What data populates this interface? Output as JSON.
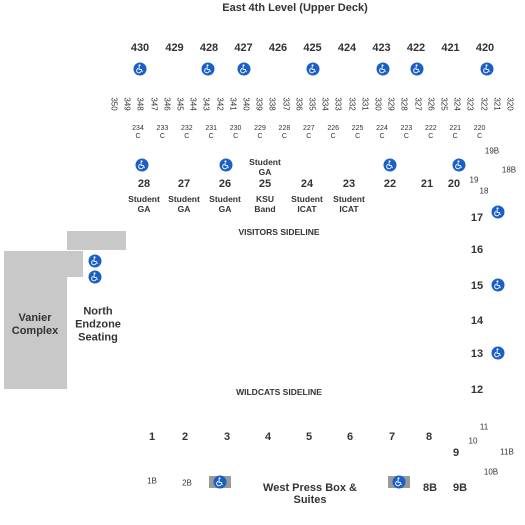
{
  "title": "East 4th Level (Upper Deck)",
  "level4_sections": [
    "430",
    "429",
    "428",
    "427",
    "426",
    "425",
    "424",
    "423",
    "422",
    "421",
    "420"
  ],
  "suite_sections": [
    "350",
    "349",
    "348",
    "347",
    "346",
    "345",
    "344",
    "343",
    "342",
    "341",
    "340",
    "339",
    "338",
    "337",
    "336",
    "335",
    "334",
    "333",
    "332",
    "331",
    "330",
    "329",
    "328",
    "327",
    "326",
    "325",
    "324",
    "323",
    "322",
    "321",
    "320"
  ],
  "club_sections": [
    {
      "num": "234",
      "sub": "C"
    },
    {
      "num": "233",
      "sub": "C"
    },
    {
      "num": "232",
      "sub": "C"
    },
    {
      "num": "231",
      "sub": "C"
    },
    {
      "num": "230",
      "sub": "C"
    },
    {
      "num": "229",
      "sub": "C"
    },
    {
      "num": "228",
      "sub": "C"
    },
    {
      "num": "227",
      "sub": "C"
    },
    {
      "num": "226",
      "sub": "C"
    },
    {
      "num": "225",
      "sub": "C"
    },
    {
      "num": "224",
      "sub": "C"
    },
    {
      "num": "223",
      "sub": "C"
    },
    {
      "num": "222",
      "sub": "C"
    },
    {
      "num": "221",
      "sub": "C"
    },
    {
      "num": "220",
      "sub": "C"
    }
  ],
  "east_lower": [
    {
      "num": "28",
      "sub": "Student\nGA"
    },
    {
      "num": "27",
      "sub": "Student\nGA"
    },
    {
      "num": "26",
      "sub": "Student\nGA"
    },
    {
      "num": "25",
      "sub": "KSU\nBand",
      "top": "Student\nGA"
    },
    {
      "num": "24",
      "sub": "Student\nICAT"
    },
    {
      "num": "23",
      "sub": "Student\nICAT"
    },
    {
      "num": "22",
      "sub": ""
    },
    {
      "num": "21",
      "sub": ""
    },
    {
      "num": "20",
      "sub": ""
    }
  ],
  "corner_sections": {
    "s19": "19",
    "s19b": "19B",
    "s18": "18",
    "s18b": "18B",
    "s11": "11",
    "s11b": "11B",
    "s10": "10",
    "s10b": "10B"
  },
  "south_sections": [
    "17",
    "16",
    "15",
    "14",
    "13",
    "12"
  ],
  "west_sections": [
    "1",
    "2",
    "3",
    "4",
    "5",
    "6",
    "7",
    "8",
    "9"
  ],
  "west_small": {
    "s1b": "1B",
    "s2b": "2B",
    "s8b": "8B",
    "s9b": "9B"
  },
  "labels": {
    "visitors": "VISITORS SIDELINE",
    "wildcats": "WILDCATS SIDELINE",
    "vanier": "Vanier\nComplex",
    "north": "North\nEndzone\nSeating",
    "press": "West Press Box &\nSuites"
  },
  "colors": {
    "accessible": "#1a5fc8",
    "building": "#c8c8c8",
    "text": "#333333"
  },
  "icons": {
    "accessible": "wheelchair-icon"
  }
}
